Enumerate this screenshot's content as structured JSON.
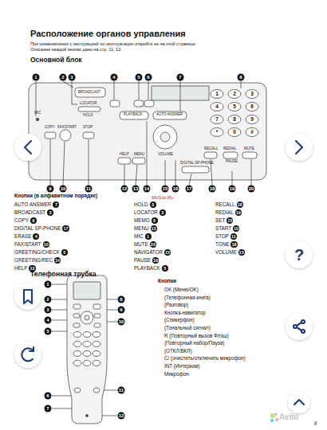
{
  "diagram": {
    "title": "Расположение органов управления",
    "labels": [
      "При ознакомлении с инструкцией по эксплуатации откройте ее на этой странице.",
      "Описание каждой кнопки дано на стр. 11, 12.",
      "Основной блок",
      "1",
      "2",
      "3",
      "4",
      "5",
      "6",
      "7",
      "8",
      "BROADCAST",
      "LOCATOR",
      "HOLD",
      "MIC",
      "PLAYBACK",
      "AUTO ANSWER",
      "COPY",
      "FAX/START",
      "STOP",
      "HELP",
      "MENU",
      "VOLUME",
      "DIGITAL SP-PHONE",
      "RECALL",
      "REDIAL",
      "PAUSE",
      "MUTE",
      "1",
      "2",
      "3",
      "4",
      "5",
      "6",
      "7",
      "8",
      "9",
      "*",
      "0",
      "#",
      "9",
      "10",
      "11",
      "12",
      "13",
      "14",
      "15",
      "16",
      "17",
      "18",
      "19",
      "20",
      "McGrp.Ru",
      "Кнопки (в алфавитном порядке)",
      "AUTO ANSWER",
      "7",
      "BROADCAST",
      "2",
      "COPY",
      "9",
      "DIGITAL SP-PHONE",
      "17",
      "ERASE",
      "4",
      "FAX/START",
      "10",
      "GREETING/CHECK",
      "5",
      "GREETING/REC",
      "14",
      "HELP",
      "12",
      "HOLD",
      "3",
      "LOCATOR",
      "3",
      "MEMO",
      "6",
      "MENU",
      "13",
      "MIC",
      "1",
      "MUTE",
      "20",
      "NAVIGATOR",
      "15",
      "PAUSE",
      "19",
      "PLAYBACK",
      "5",
      "RECALL",
      "18",
      "REDIAL",
      "19",
      "SET",
      "15",
      "START",
      "10",
      "STOP",
      "11",
      "TONE",
      "18",
      "VOLUME",
      "15",
      "Телефонная трубка",
      "1",
      "2",
      "3",
      "4",
      "5",
      "6",
      "7",
      "8",
      "9",
      "10",
      "11",
      "12",
      "Кнопки",
      "OK (Меню/OK)",
      "(Телефонная книга)",
      "(Разговор)",
      "Кнопка-навигатор",
      "(Спикерфон)",
      "(Тональный сигнал)",
      "R (Повторный вызов Флэш)",
      "(Повторный набор/Пауза)",
      "(ОТКЛ/ВКЛ)",
      "C/ (очистить/отключить микрофон)",
      "INT (Интерком)",
      "Микрофон",
      "ii",
      "?",
      "Avito"
    ]
  }
}
